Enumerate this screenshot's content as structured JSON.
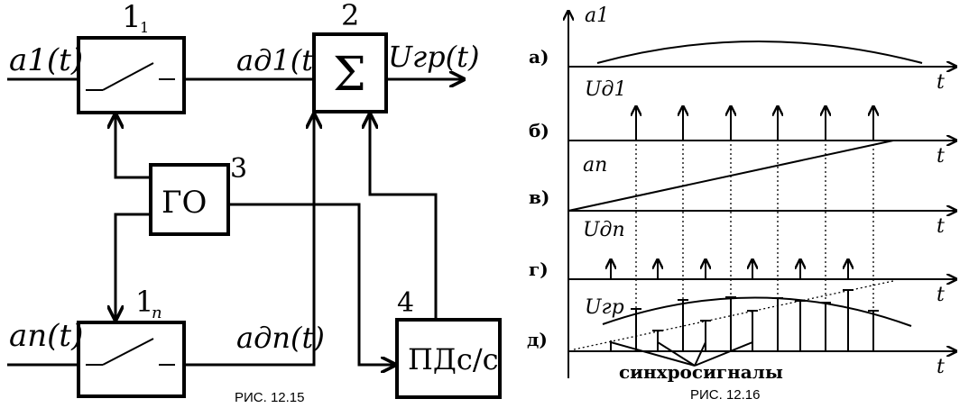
{
  "fig15": {
    "caption": "РИС. 12.15",
    "block1_num": "1",
    "block1_sub": "1",
    "blockn_num": "1",
    "blockn_sub": "n",
    "sum_num": "2",
    "sum_symbol": "Σ",
    "go_num": "3",
    "go_label": "ГО",
    "pd_num": "4",
    "pd_label": "ПДс/с",
    "in1": "a1(t)",
    "inn": "an(t)",
    "ad1": "aд1(t)",
    "adn": "aдn(t)",
    "ugr": "Uгр(t)"
  },
  "fig16": {
    "caption": "РИС. 12.16",
    "row_labels": [
      "а)",
      "б)",
      "в)",
      "г)",
      "д)"
    ],
    "axis_t": "t",
    "y_labels": [
      "a1",
      "Uд1",
      "an",
      "Uдn",
      "Uгр"
    ],
    "sync_label": "синхросигналы"
  }
}
